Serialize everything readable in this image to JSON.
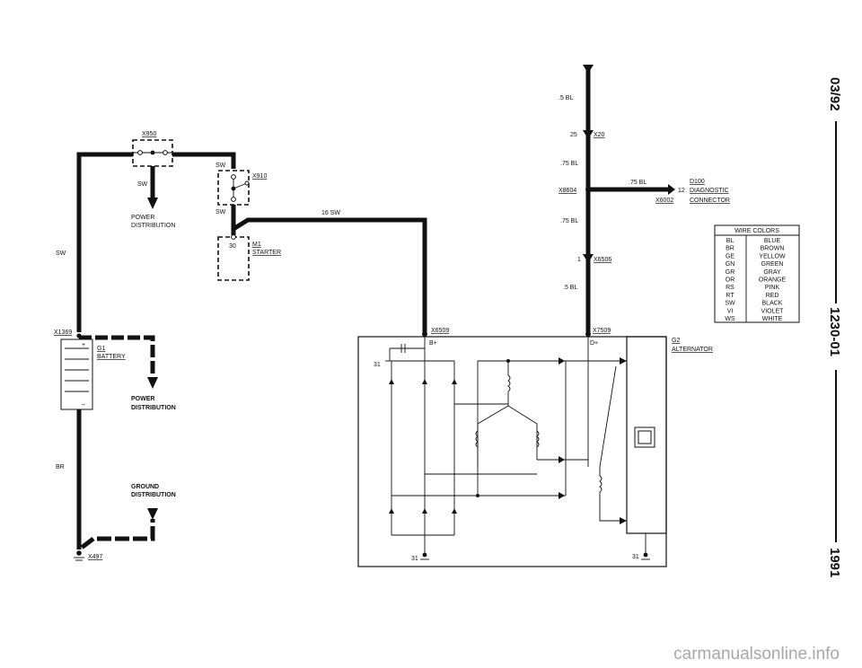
{
  "side_labels": {
    "date": "03/92",
    "section": "1230-01",
    "year": "1991"
  },
  "watermark": "carmanualsonline.info",
  "components": {
    "x950": "X950",
    "x910": "X910",
    "m1_ref": "M1",
    "m1_name": "STARTER",
    "m1_terminal": "30",
    "x1369": "X1369",
    "g1_ref": "G1",
    "g1_name": "BATTERY",
    "x497": "X497",
    "x6509": "X6509",
    "x7509": "X7509",
    "g2_ref": "G2",
    "g2_name": "ALTERNATOR",
    "b_plus": "B+",
    "d_plus": "D+",
    "ground_31": "31",
    "x20": "X20",
    "x20_pin": "25",
    "x8604": "X8604",
    "x6506": "X6506",
    "x6506_pin": "1",
    "d100": "D100",
    "d100_name1": "DIAGNOSTIC",
    "d100_name2": "CONNECTOR",
    "x6002": "X6002",
    "x6002_pin": "12"
  },
  "wires": {
    "sw": "SW",
    "br": "BR",
    "sw16": "16 SW",
    "bl_05_top": ".5 BL",
    "bl_075_a": ".75 BL",
    "bl_075_b": ".75 BL",
    "bl_075_c": ".75 BL",
    "bl_05_bottom": ".5 BL"
  },
  "notes": {
    "power_dist_1a": "POWER",
    "power_dist_1b": "DISTRIBUTION",
    "power_dist_2a": "POWER",
    "power_dist_2b": "DISTRIBUTION",
    "ground_dist_a": "GROUND",
    "ground_dist_b": "DISTRIBUTION"
  },
  "wire_colors": {
    "title": "WIRE COLORS",
    "rows": [
      {
        "code": "BL",
        "name": "BLUE"
      },
      {
        "code": "BR",
        "name": "BROWN"
      },
      {
        "code": "GE",
        "name": "YELLOW"
      },
      {
        "code": "GN",
        "name": "GREEN"
      },
      {
        "code": "GR",
        "name": "GRAY"
      },
      {
        "code": "OR",
        "name": "ORANGE"
      },
      {
        "code": "RS",
        "name": "PINK"
      },
      {
        "code": "RT",
        "name": "RED"
      },
      {
        "code": "SW",
        "name": "BLACK"
      },
      {
        "code": "VI",
        "name": "VIOLET"
      },
      {
        "code": "WS",
        "name": "WHITE"
      }
    ]
  }
}
